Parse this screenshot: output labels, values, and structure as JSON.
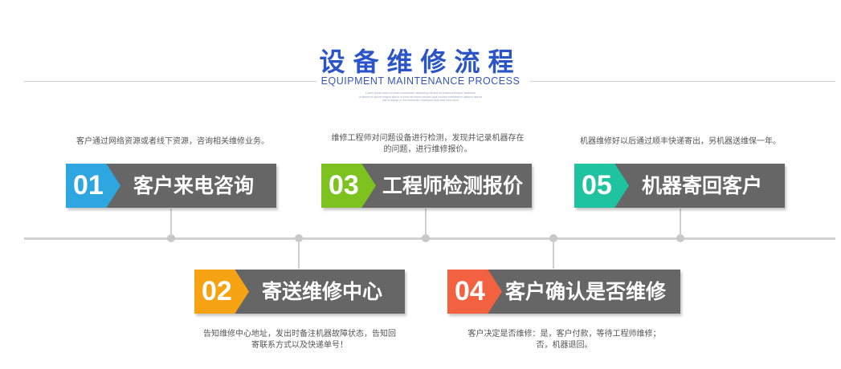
{
  "header": {
    "title": "设备维修流程",
    "subtitle": "EQUIPMENT MAINTENANCE PROCESS",
    "fine_print": [
      "Lorem ipsum dolor sit amet consectetur adipiscing elit sed do eiusmod tempor incididunt",
      "ut labore et dolore magna aliqua ut enim ad minim veniam quis nostrud exercitation ullamco laboris",
      "nisi ut aliquip ex ea commodo consequat duis aute irure dolor"
    ]
  },
  "steps": [
    {
      "number": "01",
      "label": "客户来电咨询",
      "color": "#2ea6e0",
      "desc": [
        "客户通过网络资源或者线下资源，咨询相关维修业务。"
      ]
    },
    {
      "number": "02",
      "label": "寄送维修中心",
      "color": "#f6a313",
      "desc": [
        "告知维修中心地址，发出时备注机器故障状态，告知回",
        "寄联系方式以及快递单号！"
      ]
    },
    {
      "number": "03",
      "label": "工程师检测报价",
      "color": "#7dc21e",
      "desc": [
        "维修工程师对问题设备进行检测，发现并记录机器存在",
        "的问题，进行维修报价。"
      ]
    },
    {
      "number": "04",
      "label": "客户确认是否维修",
      "color": "#f26140",
      "desc": [
        "客户决定是否维修：是，客户付款，等待工程师维修；",
        "否，机器退回。"
      ]
    },
    {
      "number": "05",
      "label": "机器寄回客户",
      "color": "#1fc3a0",
      "desc": [
        "机器维修好以后通过顺丰快递寄出，另机器送维保一年。"
      ]
    }
  ]
}
